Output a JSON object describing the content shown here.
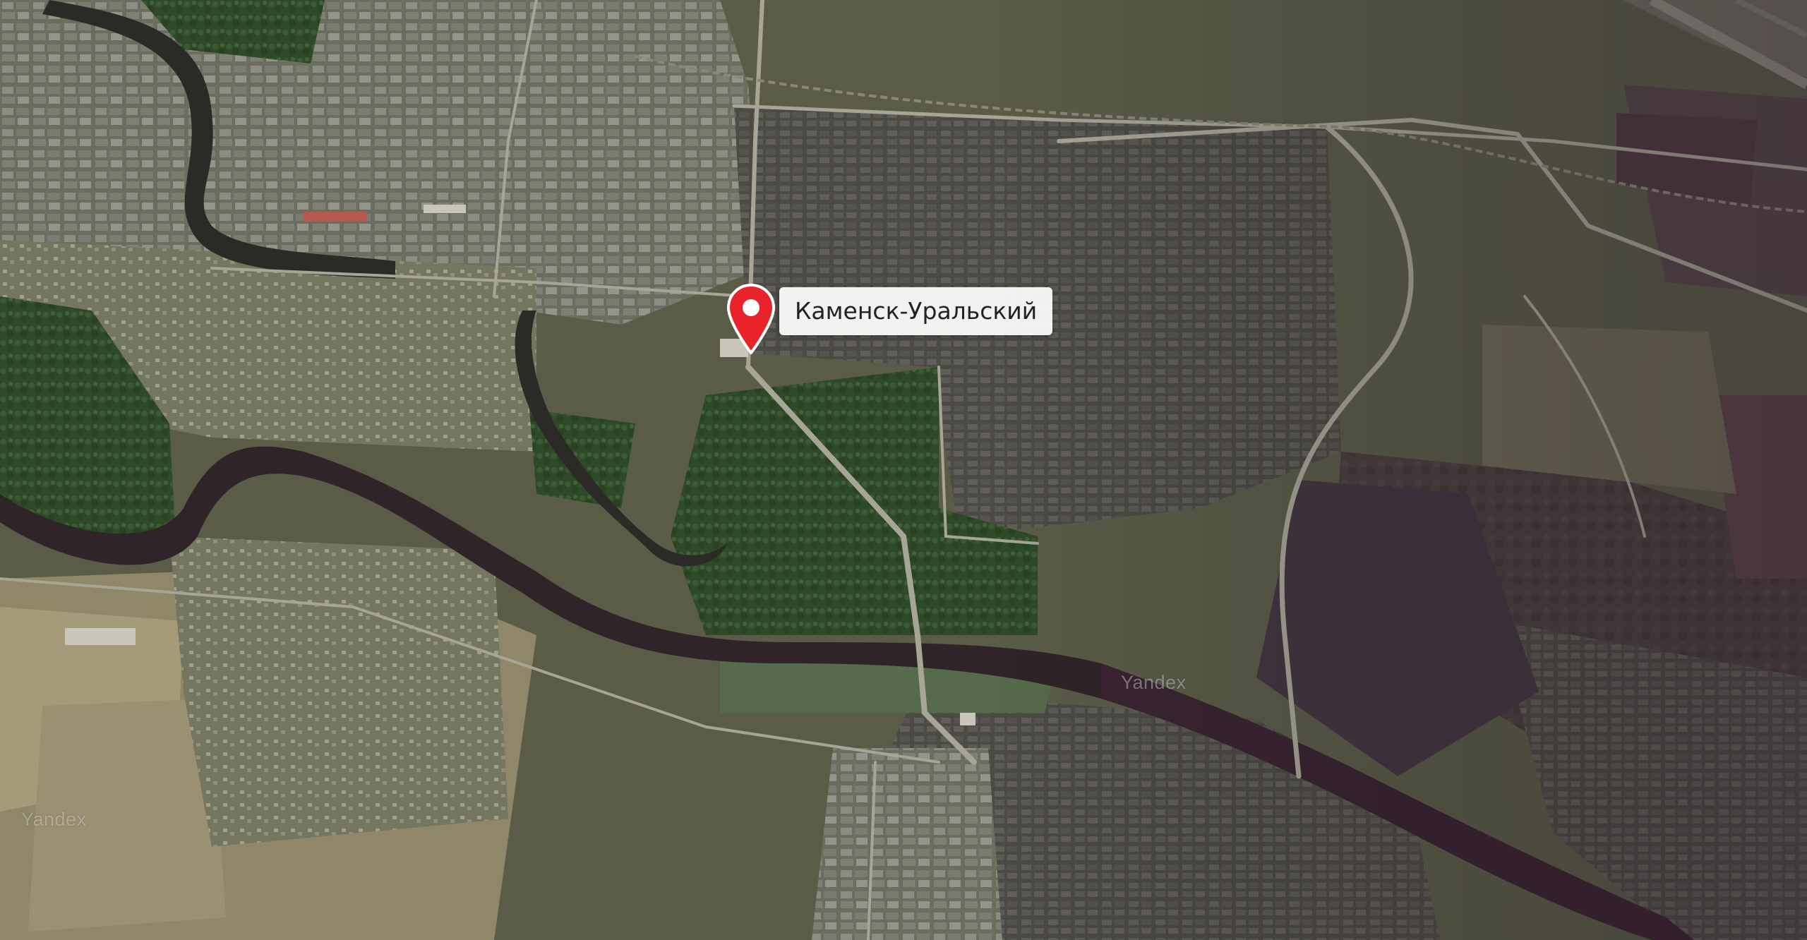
{
  "map": {
    "view": "satellite",
    "place_marker": {
      "label": "Каменск-Уральский",
      "icon": "map-pin-icon",
      "color": "#e8232a"
    },
    "watermarks": [
      "Yandex",
      "Yandex"
    ]
  }
}
